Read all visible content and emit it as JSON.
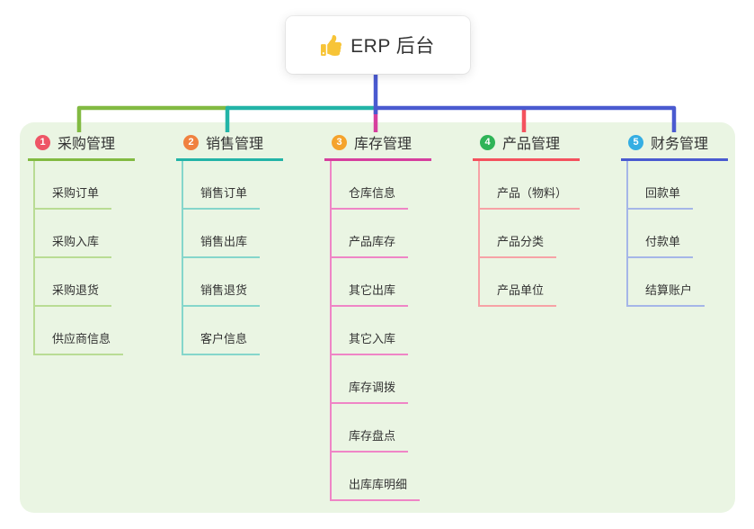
{
  "root": {
    "icon": "thumbs-up-icon",
    "label": "ERP 后台"
  },
  "panel": {
    "bg_color": "#eaf5e3"
  },
  "branches": [
    {
      "badge": "1",
      "label": "采购管理",
      "badge_color": "#ee5566",
      "line_color": "#82ba42",
      "child_line_color": "#b9dc94",
      "children": [
        "采购订单",
        "采购入库",
        "采购退货",
        "供应商信息"
      ]
    },
    {
      "badge": "2",
      "label": "销售管理",
      "badge_color": "#f0813f",
      "line_color": "#23b4a7",
      "child_line_color": "#85d6cb",
      "children": [
        "销售订单",
        "销售出库",
        "销售退货",
        "客户信息"
      ]
    },
    {
      "badge": "3",
      "label": "库存管理",
      "badge_color": "#f5a32c",
      "line_color": "#d63f9e",
      "child_line_color": "#ef85c6",
      "children": [
        "仓库信息",
        "产品库存",
        "其它出库",
        "其它入库",
        "库存调拨",
        "库存盘点",
        "出库库明细"
      ]
    },
    {
      "badge": "4",
      "label": "产品管理",
      "badge_color": "#2fb457",
      "line_color": "#f4525e",
      "child_line_color": "#f7a2a6",
      "children": [
        "产品（物料）",
        "产品分类",
        "产品单位"
      ]
    },
    {
      "badge": "5",
      "label": "财务管理",
      "badge_color": "#35aee3",
      "line_color": "#4a5ad0",
      "child_line_color": "#a5b6e8",
      "children": [
        "回款单",
        "付款单",
        "结算账户"
      ]
    }
  ],
  "icon_colors": {
    "thumbs_up": "#f7c437"
  }
}
